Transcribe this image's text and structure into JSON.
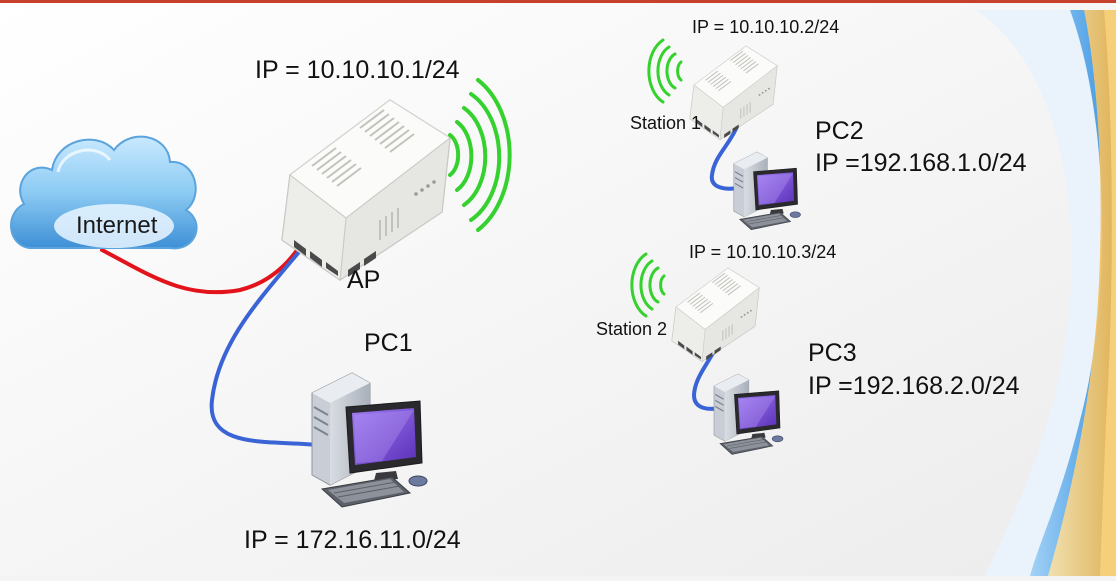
{
  "colors": {
    "internet_link": "#e3131b",
    "lan_link": "#3a63d6",
    "wifi_signal": "#35d12e",
    "device_body": "#f2f2ef",
    "monitor_screen": "#7a4fd8",
    "cloud": "#7fc3f0"
  },
  "cloud": {
    "label": "Internet",
    "icon": "cloud-icon"
  },
  "ap": {
    "ip_label": "IP = 10.10.10.1/24",
    "name": "AP",
    "icon": "router-icon"
  },
  "pc1": {
    "name": "PC1",
    "ip_label": "IP = 172.16.11.0/24",
    "icon": "desktop-computer-icon"
  },
  "station1": {
    "ip_label": "IP = 10.10.10.2/24",
    "name": "Station 1",
    "icon": "router-icon"
  },
  "pc2": {
    "name": "PC2",
    "ip_label": "IP =192.168.1.0/24",
    "icon": "desktop-computer-icon"
  },
  "station2": {
    "ip_label": "IP = 10.10.10.3/24",
    "name": "Station 2",
    "icon": "router-icon"
  },
  "pc3": {
    "name": "PC3",
    "ip_label": "IP =192.168.2.0/24",
    "icon": "desktop-computer-icon"
  }
}
